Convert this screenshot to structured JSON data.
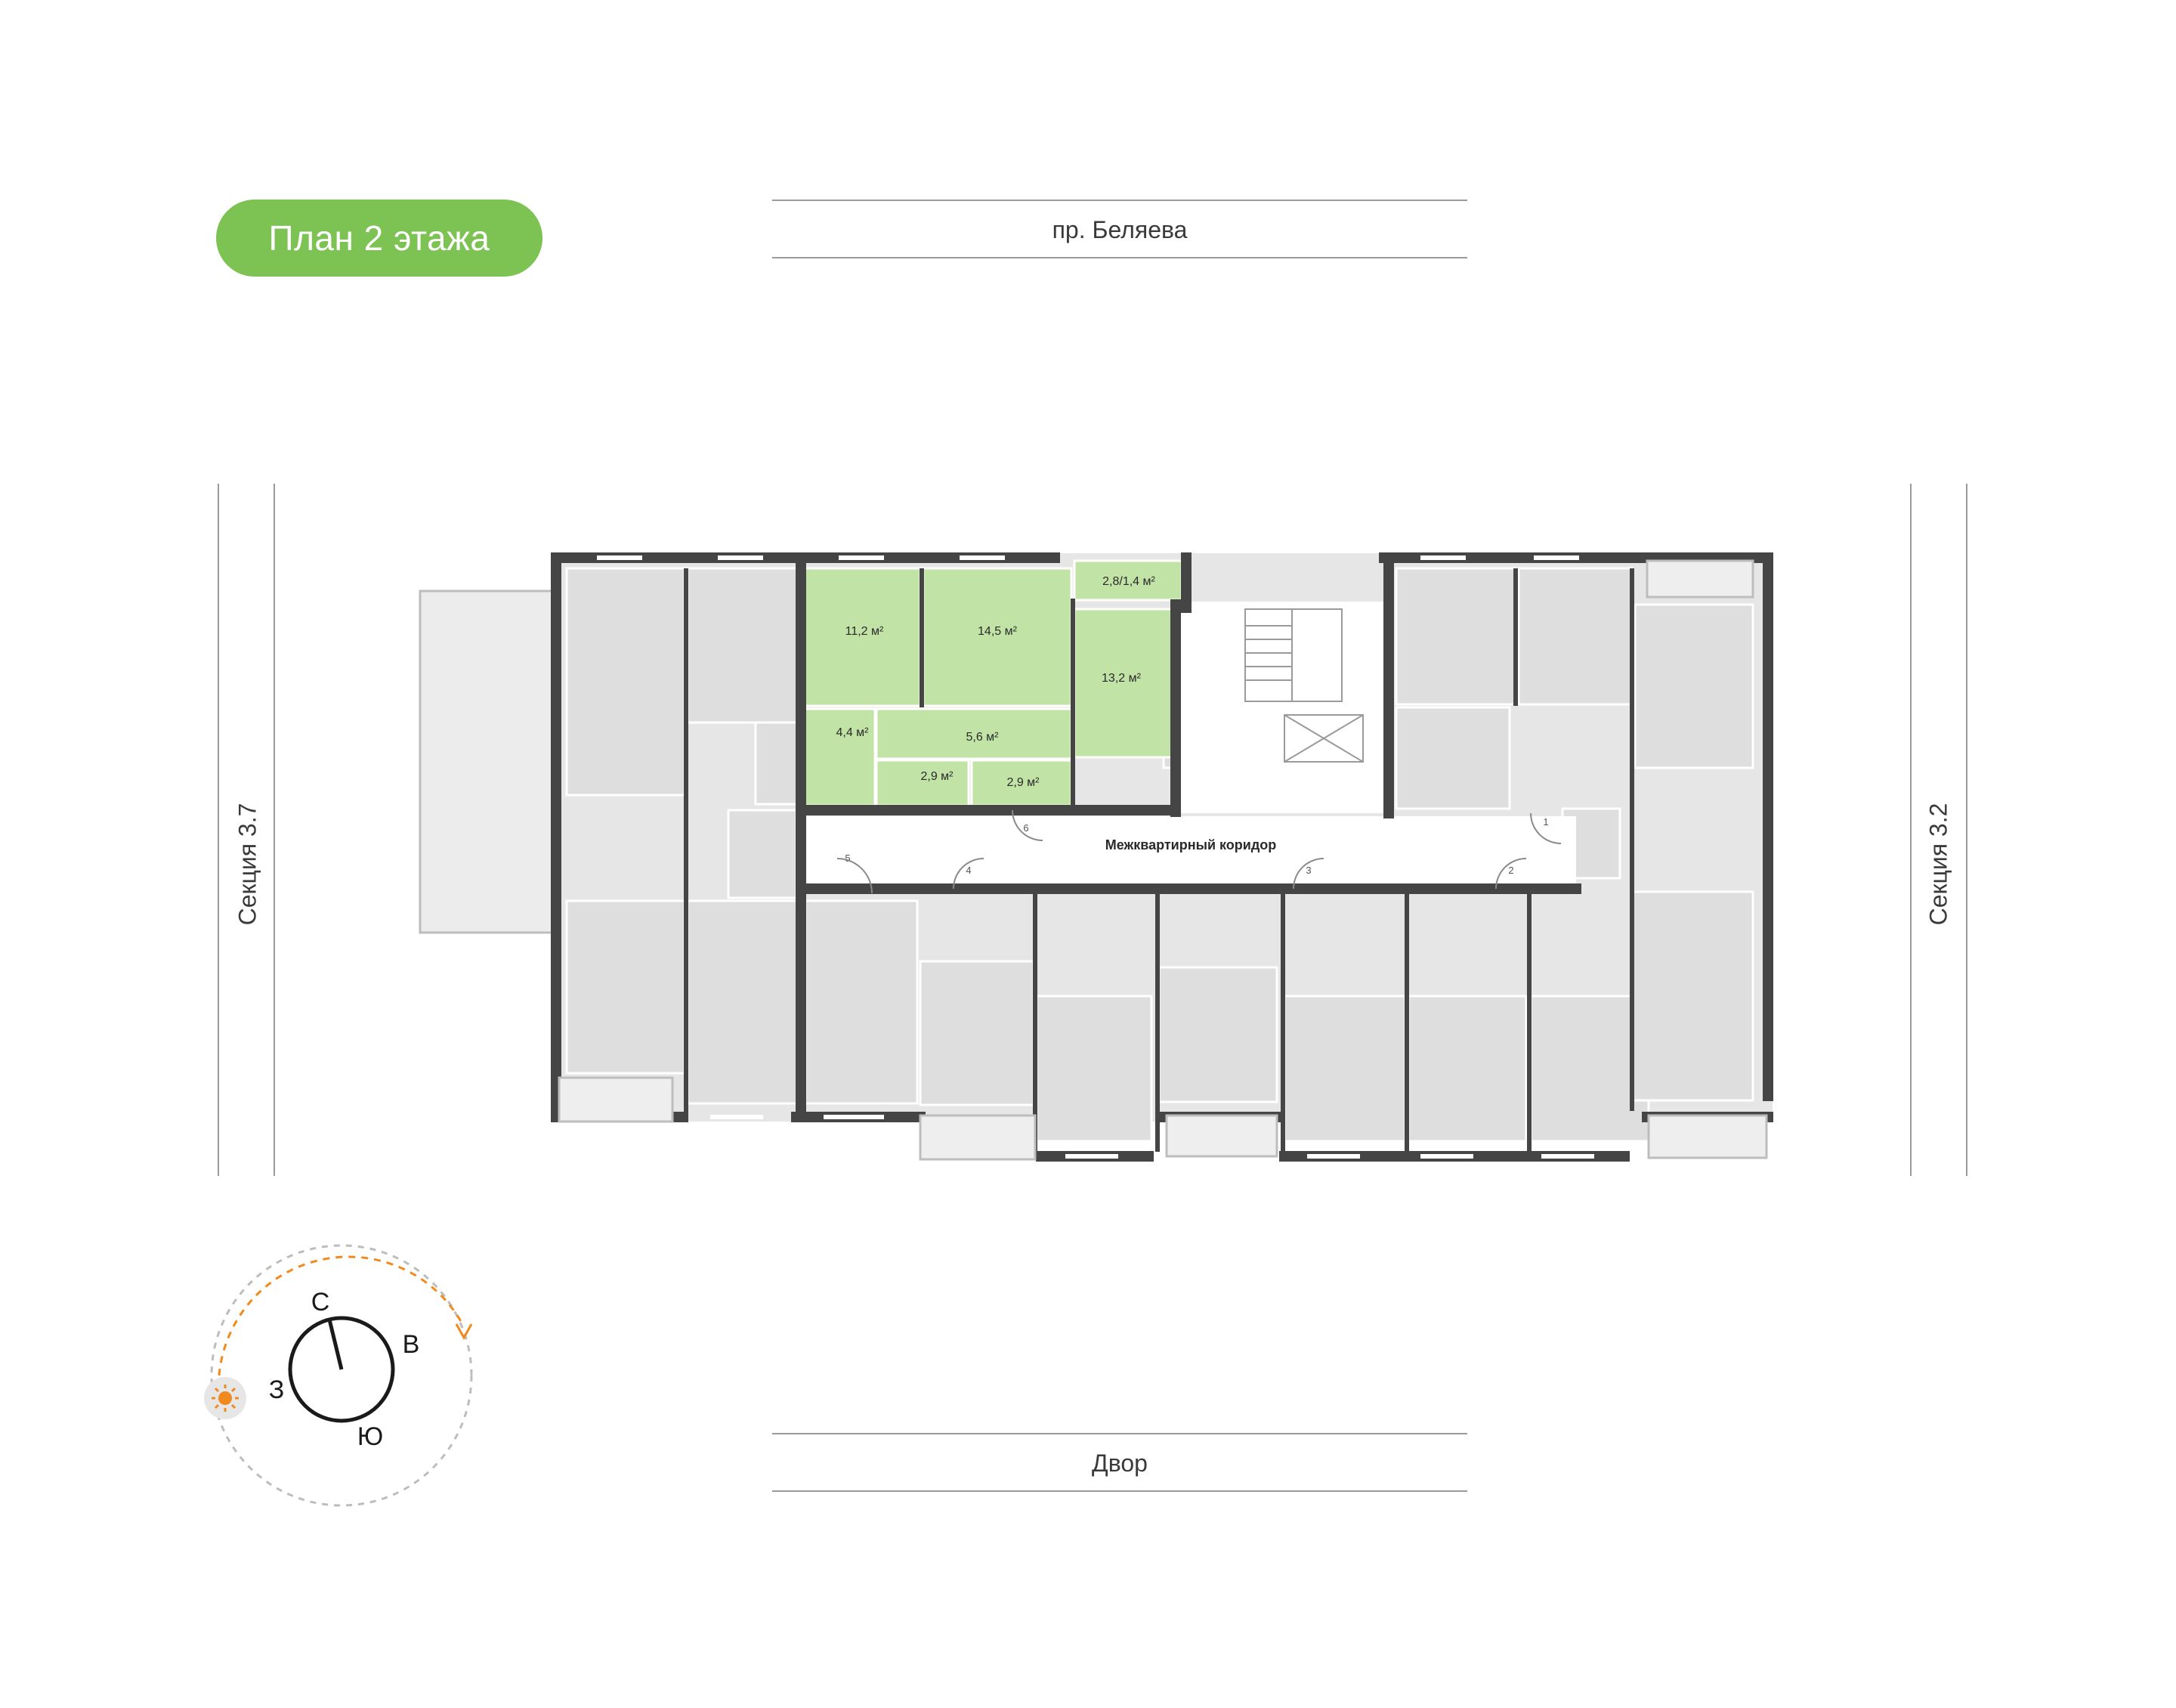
{
  "title": "План 2 этажа",
  "colors": {
    "accent": "#7cc354",
    "highlight": "#c2e3a6",
    "room": "#dedede",
    "wall": "#454545",
    "compass_arrow": "#f08a1c"
  },
  "streets": {
    "top": "пр. Беляева",
    "bottom": "Двор",
    "left": "Секция 3.7",
    "right": "Секция 3.2"
  },
  "corridor_label": "Межквартирный коридор",
  "apartment": {
    "rooms": [
      {
        "id": "room-a",
        "area": "11,2 м²"
      },
      {
        "id": "room-b",
        "area": "14,5 м²"
      },
      {
        "id": "room-c",
        "area": "13,2 м²"
      },
      {
        "id": "balcony",
        "area": "2,8/1,4 м²"
      },
      {
        "id": "bath",
        "area": "4,4 м²"
      },
      {
        "id": "hall",
        "area": "5,6 м²"
      },
      {
        "id": "wc",
        "area": "2,9 м²"
      },
      {
        "id": "storage",
        "area": "2,9 м²"
      }
    ]
  },
  "door_numbers": [
    "1",
    "2",
    "3",
    "4",
    "5",
    "6"
  ],
  "compass": {
    "north": "С",
    "east": "В",
    "south": "Ю",
    "west": "З",
    "sun_icon": "sun-icon"
  }
}
